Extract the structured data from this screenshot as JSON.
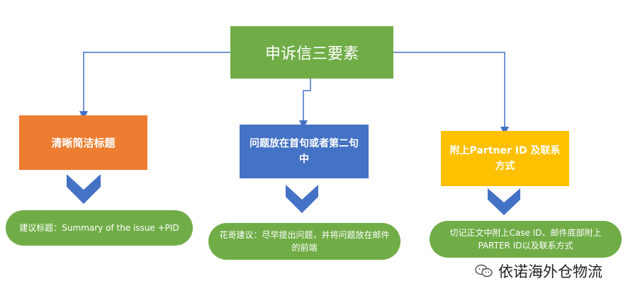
{
  "colors": {
    "title_box": "#70ad47",
    "box_orange": "#ed7d31",
    "box_blue": "#4472c4",
    "box_yellow": "#ffc000",
    "pill_green": "#70ad47",
    "chevron": "#4472c4",
    "connector": "#4472c4"
  },
  "title": "申诉信三要素",
  "elements": [
    {
      "heading": "清晰简洁标题",
      "tip": "建议标题：Summary of the issue +PID"
    },
    {
      "heading": "问题放在首句或者第二句中",
      "tip": "花哥建议：尽早提出问题，并将问题放在邮件的前端"
    },
    {
      "heading": "附上Partner ID 及联系方式",
      "tip": "切记正文中附上Case ID、邮件底部附上PARTER ID以及联系方式"
    }
  ],
  "watermark": {
    "icon": "wechat-icon",
    "text": "依诺海外仓物流"
  }
}
